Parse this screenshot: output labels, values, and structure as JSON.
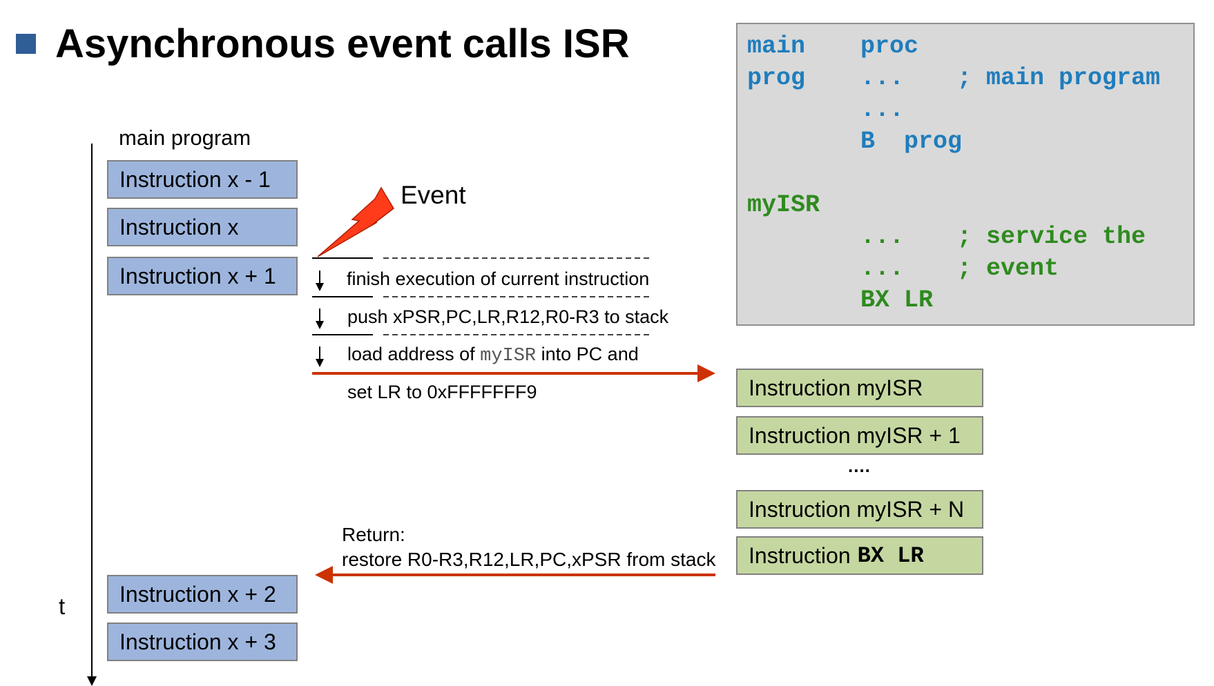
{
  "title": "Asynchronous event calls ISR",
  "timeline": {
    "main_label": "main program",
    "axis_label": "t"
  },
  "main_instructions": [
    "Instruction x - 1",
    "Instruction x",
    "Instruction x + 1",
    "Instruction x + 2",
    "Instruction x + 3"
  ],
  "event_label": "Event",
  "steps": {
    "finish": "finish execution of current instruction",
    "push": "push  xPSR,PC,LR,R12,R0-R3 to stack",
    "load_prefix": "load address of ",
    "load_code": "myISR",
    "load_suffix": "  into PC and",
    "set_lr": "set LR to 0xFFFFFFF9"
  },
  "isr_instructions": [
    "Instruction myISR",
    "Instruction myISR + 1",
    "Instruction myISR + N"
  ],
  "isr_ellipsis": "....",
  "bx_instruction": {
    "prefix": "Instruction",
    "code": "BX LR"
  },
  "return_text": {
    "line1": "Return:",
    "line2": "restore R0-R3,R12,LR,PC,xPSR from stack"
  },
  "code_listing": {
    "main_label": "main",
    "main_directive": "proc",
    "prog_label": "prog",
    "prog_op": "...",
    "prog_comment": "; main program",
    "ellipsis_line": "...",
    "branch_line": "B  prog",
    "isr_label": "myISR",
    "isr_op1": "...",
    "isr_comment1": "; service the",
    "isr_op2": "...",
    "isr_comment2": "; event",
    "isr_return": "BX LR"
  },
  "colors": {
    "main_box": "#9db5dd",
    "isr_box": "#c5d7a0",
    "arrow": "#cc3300",
    "code_blue": "#1f7dbd",
    "code_green": "#2e8b1e",
    "bullet": "#2f5d96"
  }
}
